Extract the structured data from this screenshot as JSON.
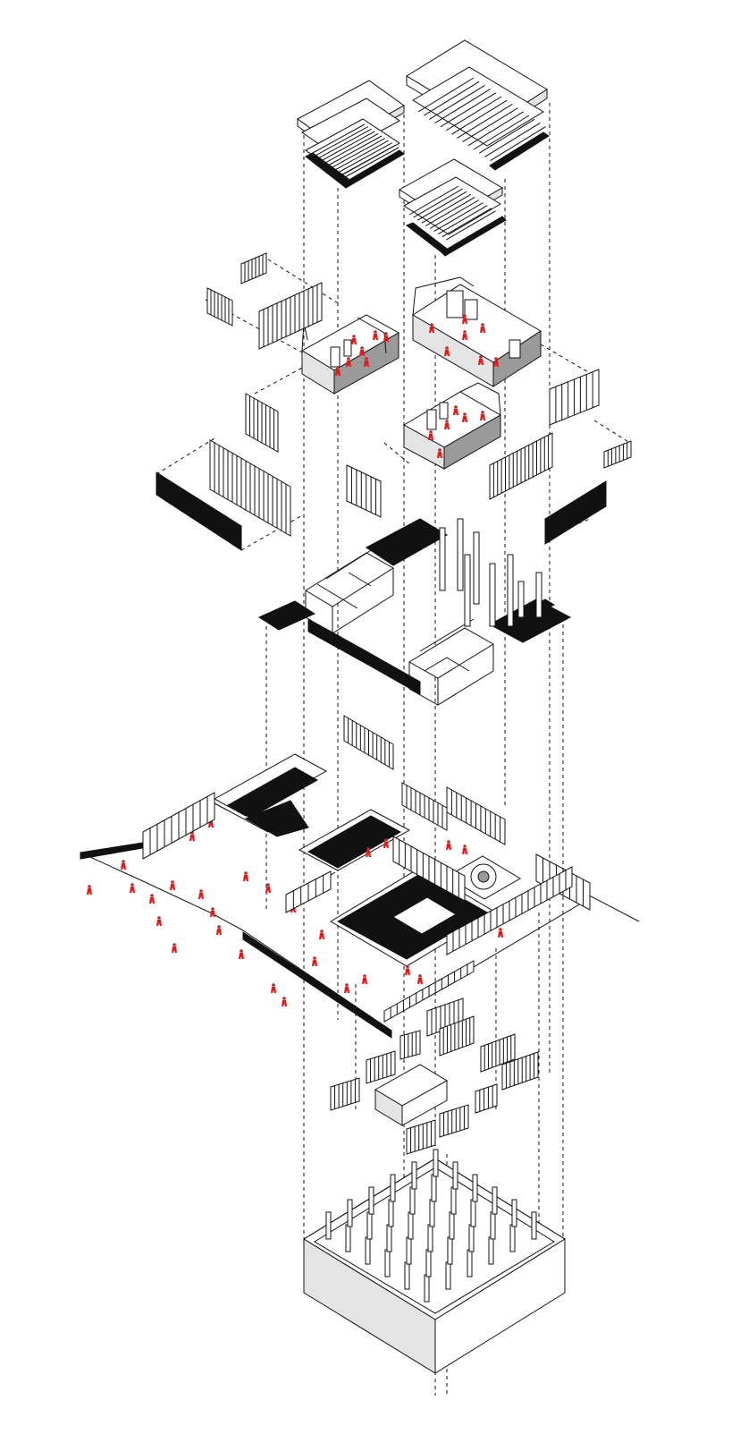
{
  "diagram": {
    "type": "exploded-axonometric",
    "colors": {
      "line": "#111111",
      "fill_light": "#ffffff",
      "fill_shade": "#e4e4e4",
      "fill_solid": "#111111",
      "figures": "#e01b1b"
    },
    "layers": [
      {
        "id": "roofs"
      },
      {
        "id": "rooms-and-walls"
      },
      {
        "id": "frames-and-canopies"
      },
      {
        "id": "ground-plane"
      },
      {
        "id": "screens-and-volume"
      },
      {
        "id": "base-enclosure"
      }
    ]
  }
}
